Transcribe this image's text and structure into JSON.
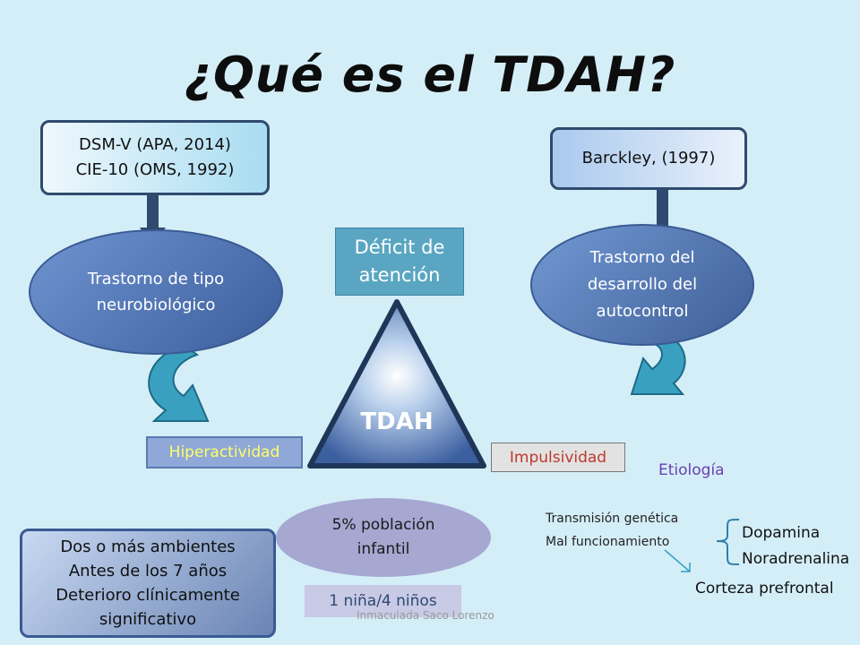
{
  "title": "¿Qué es el TDAH?",
  "left_box": {
    "line1": "DSM-V (APA, 2014)",
    "line2": "CIE-10 (OMS, 1992)"
  },
  "left_ellipse": {
    "line1": "Trastorno de tipo",
    "line2": "neurobiológico"
  },
  "right_box": {
    "label": "Barckley, (1997)"
  },
  "right_ellipse": {
    "line1": "Trastorno del",
    "line2": "desarrollo del",
    "line3": "autocontrol"
  },
  "deficit_box": {
    "line1": "Déficit de",
    "line2": "atención"
  },
  "triangle_label": "TDAH",
  "hiperactividad": "Hiperactividad",
  "impulsividad": "Impulsividad",
  "population_ellipse": {
    "line1": "5% población",
    "line2": "infantil"
  },
  "ratio": "1 niña/4 niños",
  "criteria_box": {
    "line1": "Dos o más ambientes",
    "line2": "Antes de los 7 años",
    "line3": "Deterioro clínicamente",
    "line4": "significativo"
  },
  "etiologia": {
    "title": "Etiología",
    "cause1": "Transmisión genética",
    "cause2": "Mal funcionamiento",
    "neuro1": "Dopamina",
    "neuro2": "Noradrenalina",
    "region": "Corteza prefrontal"
  },
  "footer": "Inmaculada Saco Lorenzo",
  "colors": {
    "background": "#d4eef8",
    "ellipse_blue": "#4f74b4",
    "deficit_teal": "#5aa6c2",
    "curved_arrow": "#3aa0c0",
    "hiperactividad_text": "#ffff66",
    "impulsividad_text": "#c0392b",
    "etiologia_title": "#6a3fb0"
  }
}
